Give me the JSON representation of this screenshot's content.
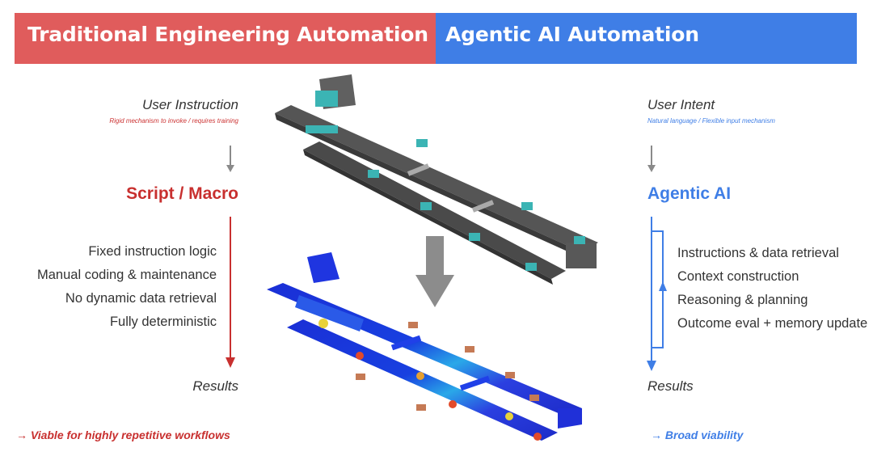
{
  "header": {
    "left_title": "Traditional Engineering Automation",
    "right_title": "Agentic AI Automation"
  },
  "left": {
    "input_label": "User Instruction",
    "input_note": "Rigid mechanism to invoke / requires training",
    "engine_label": "Script / Macro",
    "items": [
      "Fixed instruction logic",
      "Manual coding & maintenance",
      "No dynamic data retrieval",
      "Fully deterministic"
    ],
    "result_label": "Results",
    "footer": "→ Viable for highly repetitive workflows"
  },
  "right": {
    "input_label": "User Intent",
    "input_note": "Natural language / Flexible input mechanism",
    "engine_label": "Agentic AI",
    "items": [
      "Instructions & data retrieval",
      "Context construction",
      "Reasoning & planning",
      "Outcome eval + memory update"
    ],
    "result_label": "Results",
    "footer": "→ Broad viability"
  },
  "colors": {
    "left_accent": "#e05c5c",
    "right_accent": "#3f7ee6",
    "script_red": "#c8302f"
  }
}
